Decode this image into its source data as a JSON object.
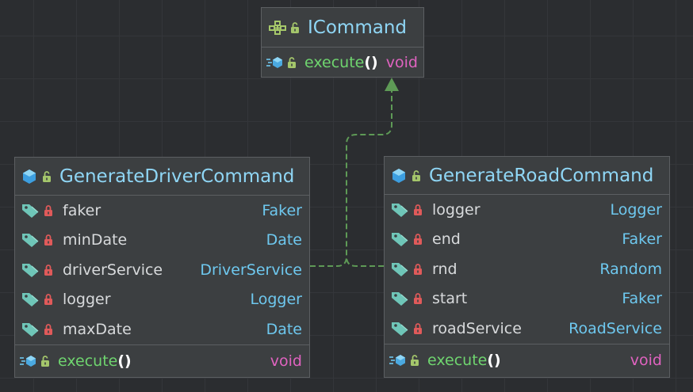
{
  "interface": {
    "name": "ICommand",
    "method": {
      "name": "execute",
      "parens": "()",
      "type": "void"
    }
  },
  "classes": [
    {
      "name": "GenerateDriverCommand",
      "fields": [
        {
          "name": "faker",
          "type": "Faker"
        },
        {
          "name": "minDate",
          "type": "Date"
        },
        {
          "name": "driverService",
          "type": "DriverService"
        },
        {
          "name": "logger",
          "type": "Logger"
        },
        {
          "name": "maxDate",
          "type": "Date"
        }
      ],
      "method": {
        "name": "execute",
        "parens": "()",
        "type": "void"
      }
    },
    {
      "name": "GenerateRoadCommand",
      "fields": [
        {
          "name": "logger",
          "type": "Logger"
        },
        {
          "name": "end",
          "type": "Faker"
        },
        {
          "name": "rnd",
          "type": "Random"
        },
        {
          "name": "start",
          "type": "Faker"
        },
        {
          "name": "roadService",
          "type": "RoadService"
        }
      ],
      "method": {
        "name": "execute",
        "parens": "()",
        "type": "void"
      }
    }
  ],
  "icons": {
    "interface": "interface-icon",
    "class": "class-icon",
    "field": "field-tag-icon",
    "private": "lock-icon",
    "public": "unlock-icon",
    "method": "method-icon"
  },
  "colors": {
    "background": "#2b2d30",
    "box": "#3c3f41",
    "class_name": "#8fd6f5",
    "field_type": "#6ec8ef",
    "method_name": "#6fd56f",
    "return_type": "#e063c0",
    "edge": "#5e9a56",
    "private_lock": "#e05a5a",
    "public_lock": "#a4c66b"
  },
  "relations": [
    {
      "from": "GenerateDriverCommand",
      "to": "ICommand",
      "kind": "implements"
    },
    {
      "from": "GenerateRoadCommand",
      "to": "ICommand",
      "kind": "implements"
    }
  ]
}
